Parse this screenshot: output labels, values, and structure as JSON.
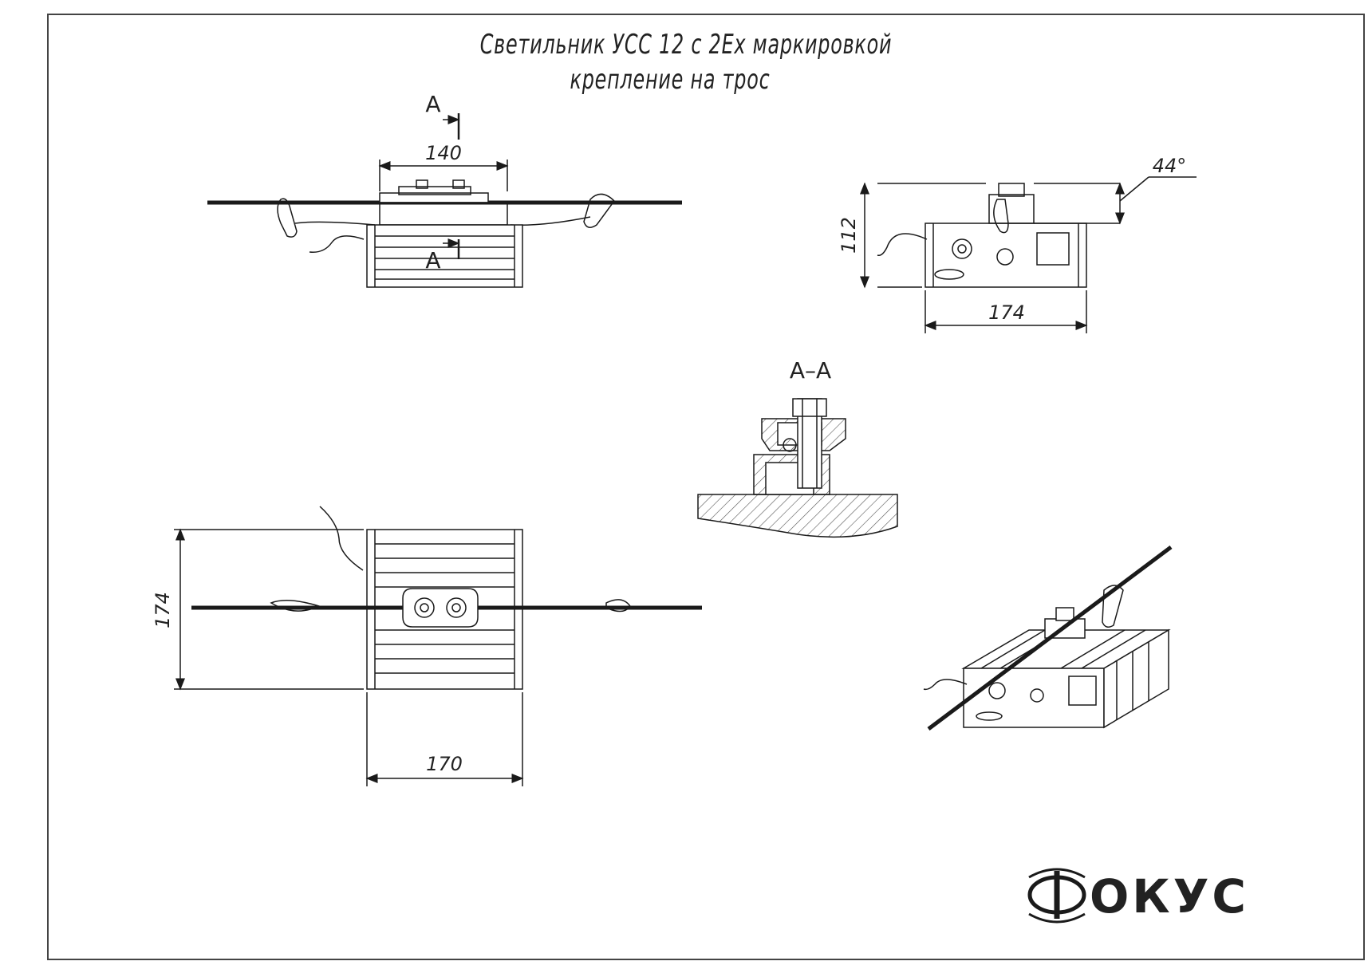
{
  "title": {
    "line1": "Светильник УСС 12 с 2Ех маркировкой",
    "line2": "крепление на трос"
  },
  "dimensions": {
    "top_width": "140",
    "side_height": "112",
    "side_width": "174",
    "angle": "44°",
    "plan_height": "174",
    "plan_width": "170"
  },
  "section": {
    "marker_top": "А",
    "marker_bottom": "А",
    "label": "А–А"
  },
  "logo": {
    "text": "ОКУС"
  },
  "colors": {
    "line": "#1a1a1a",
    "hatch": "#555555",
    "frame": "#444444"
  }
}
